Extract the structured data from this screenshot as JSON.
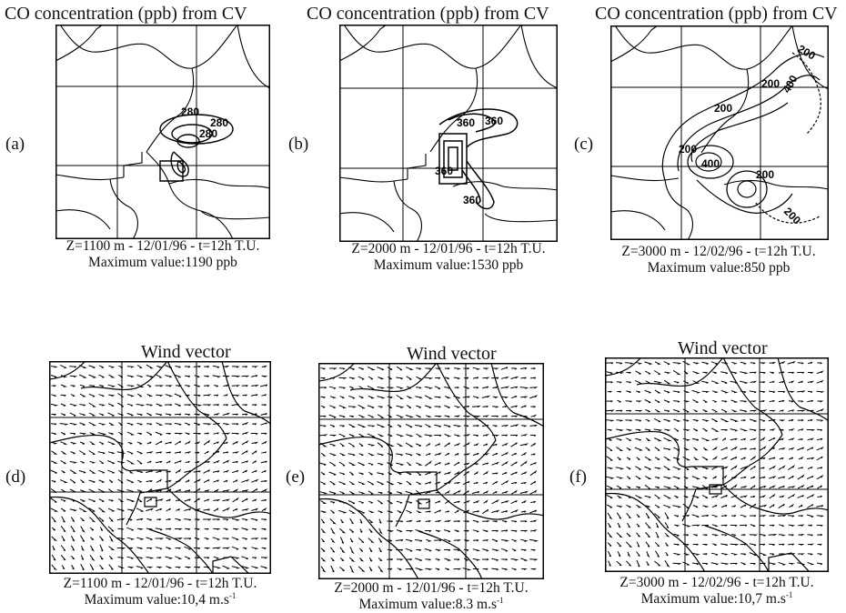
{
  "figure": {
    "panels": [
      {
        "id": "a",
        "tag": "(a)",
        "title": "CO concentration (ppb) from CV",
        "caption1": "Z=1100 m - 12/01/96 - t=12h T.U.",
        "caption2": "Maximum value:1190 ppb",
        "contour_labels": [
          "280",
          "280",
          "280"
        ]
      },
      {
        "id": "b",
        "tag": "(b)",
        "title": "CO concentration (ppb) from CV",
        "caption1": "Z=2000 m - 12/01/96 - t=12h T.U.",
        "caption2": "Maximum value:1530 ppb",
        "contour_labels": [
          "360",
          "360",
          "360",
          "360"
        ]
      },
      {
        "id": "c",
        "tag": "(c)",
        "title": "CO concentration (ppb) from CV",
        "caption1": "Z=3000 m - 12/02/96 - t=12h T.U.",
        "caption2": "Maximum value:850 ppb",
        "contour_labels": [
          "200",
          "200",
          "400",
          "200",
          "200",
          "400",
          "200",
          "200"
        ]
      },
      {
        "id": "d",
        "tag": "(d)",
        "title": "Wind vector",
        "caption1": "Z=1100 m - 12/01/96 - t=12h T.U.",
        "caption2": "Maximum value:10,4 m.s",
        "unit_sup": "-1"
      },
      {
        "id": "e",
        "tag": "(e)",
        "title": "Wind vector",
        "caption1": "Z=2000 m - 12/01/96 - t=12h T.U.",
        "caption2": "Maximum value:8.3 m.s",
        "unit_sup": "-1"
      },
      {
        "id": "f",
        "tag": "(f)",
        "title": "Wind vector",
        "caption1": "Z=3000 m - 12/02/96 - t=12h T.U.",
        "caption2": "Maximum value:10,7 m.s",
        "unit_sup": "-1"
      }
    ]
  }
}
